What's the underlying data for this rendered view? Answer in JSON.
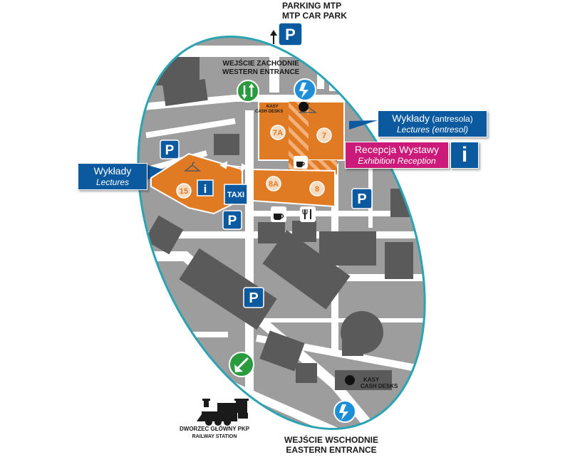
{
  "colors": {
    "venue_orange": "#e07b24",
    "callout_blue": "#0b5aa0",
    "callout_magenta": "#cc1a7a",
    "ring_teal": "#2aa3b3",
    "entrance_green": "#2a9a3f",
    "entrance_blue": "#1d8fd8",
    "ground_gray": "#9d9d9d",
    "building_gray": "#5a5a5a",
    "road_white": "#ffffff"
  },
  "labels": {
    "parking_top_line1": "PARKING MTP",
    "parking_top_line2": "MTP CAR PARK",
    "west_entrance_line1": "WEJŚCIE ZACHODNIE",
    "west_entrance_line2": "WESTERN ENTRANCE",
    "east_entrance_line1": "WEJŚCIE WSCHODNIE",
    "east_entrance_line2": "EASTERN ENTRANCE",
    "cash_top_line1": "KASY",
    "cash_top_line2": "CASH DESKS",
    "cash_bottom_line1": "KASY",
    "cash_bottom_line2": "CASH DESKS",
    "railway_line1": "DWORZEC GŁÓWNY PKP",
    "railway_line2": "RAILWAY STATION",
    "taxi": "TAXI",
    "parking_letter": "P",
    "info_letter": "i"
  },
  "halls": [
    {
      "id": "7A",
      "label": "7A"
    },
    {
      "id": "7",
      "label": "7"
    },
    {
      "id": "8A",
      "label": "8A"
    },
    {
      "id": "8",
      "label": "8"
    },
    {
      "id": "15",
      "label": "15"
    }
  ],
  "callouts": {
    "lectures_entresol": {
      "main": "Wykłady",
      "suffix": " (antresola)",
      "sub": "Lectures (entresol)"
    },
    "exhibition_reception": {
      "main": "Recepcja Wystawy",
      "sub": "Exhibition Reception"
    },
    "lectures": {
      "main": "Wykłady",
      "sub": "Lectures"
    }
  },
  "icons": {
    "entrances": [
      "entrance-arrows-icon",
      "entrance-lightning-icon",
      "entrance-arrow-icon"
    ],
    "amenities": [
      "coffee-icon",
      "restaurant-icon",
      "cloakroom-icon",
      "cash-desk-icon",
      "info-icon",
      "parking-icon",
      "taxi-icon",
      "locomotive-icon"
    ]
  }
}
